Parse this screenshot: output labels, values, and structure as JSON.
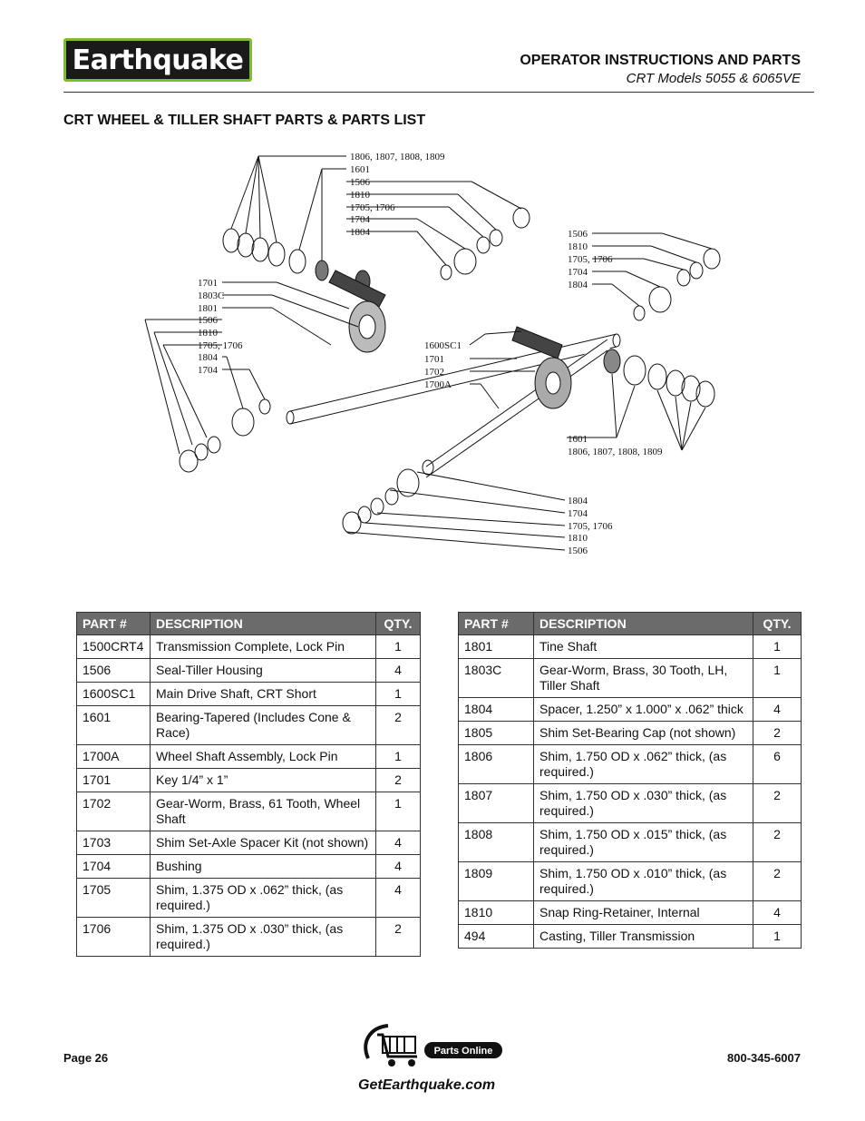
{
  "header": {
    "logo_text": "Earthquake",
    "title": "OPERATOR INSTRUCTIONS AND PARTS",
    "subtitle": "CRT Models 5055 & 6065VE"
  },
  "section_title": "CRT WHEEL & TILLER SHAFT PARTS & PARTS LIST",
  "diagram_labels": {
    "top_group": [
      "1806, 1807, 1808, 1809",
      "1601",
      "1506",
      "1810",
      "1705, 1706",
      "1704",
      "1804"
    ],
    "right_upper_group": [
      "1506",
      "1810",
      "1705, 1706",
      "1704",
      "1804"
    ],
    "left_group": [
      "1701",
      "1803C",
      "1801",
      "1506",
      "1810",
      "1705, 1706",
      "1804",
      "1704"
    ],
    "center_group": [
      "1600SC1",
      "1701",
      "1702",
      "1700A"
    ],
    "right_lower_group": [
      "1601",
      "1806, 1807, 1808, 1809"
    ],
    "bottom_group": [
      "1804",
      "1704",
      "1705, 1706",
      "1810",
      "1506"
    ]
  },
  "table_headers": {
    "part": "PART #",
    "description": "DESCRIPTION",
    "qty": "QTY."
  },
  "parts_left": [
    {
      "part": "1500CRT4",
      "description": "Transmission Complete, Lock Pin",
      "qty": "1"
    },
    {
      "part": "1506",
      "description": "Seal-Tiller Housing",
      "qty": "4"
    },
    {
      "part": "1600SC1",
      "description": "Main Drive Shaft, CRT Short",
      "qty": "1"
    },
    {
      "part": "1601",
      "description": "Bearing-Tapered (Includes Cone & Race)",
      "qty": "2"
    },
    {
      "part": "1700A",
      "description": "Wheel Shaft Assembly, Lock Pin",
      "qty": "1"
    },
    {
      "part": "1701",
      "description": "Key 1/4” x 1”",
      "qty": "2"
    },
    {
      "part": "1702",
      "description": "Gear-Worm, Brass, 61 Tooth, Wheel Shaft",
      "qty": "1"
    },
    {
      "part": "1703",
      "description": "Shim Set-Axle Spacer Kit (not shown)",
      "qty": "4"
    },
    {
      "part": "1704",
      "description": "Bushing",
      "qty": "4"
    },
    {
      "part": "1705",
      "description": "Shim, 1.375 OD x .062” thick, (as required.)",
      "qty": "4"
    },
    {
      "part": "1706",
      "description": "Shim, 1.375 OD x .030” thick, (as required.)",
      "qty": "2"
    }
  ],
  "parts_right": [
    {
      "part": "1801",
      "description": "Tine Shaft",
      "qty": "1"
    },
    {
      "part": "1803C",
      "description": "Gear-Worm, Brass, 30 Tooth, LH, Tiller Shaft",
      "qty": "1"
    },
    {
      "part": "1804",
      "description": "Spacer, 1.250” x 1.000” x .062” thick",
      "qty": "4"
    },
    {
      "part": "1805",
      "description": "Shim Set-Bearing Cap (not shown)",
      "qty": "2"
    },
    {
      "part": "1806",
      "description": "Shim, 1.750 OD x .062” thick, (as required.)",
      "qty": "6"
    },
    {
      "part": "1807",
      "description": "Shim, 1.750 OD x .030” thick, (as required.)",
      "qty": "2"
    },
    {
      "part": "1808",
      "description": "Shim, 1.750 OD x .015” thick, (as required.)",
      "qty": "2"
    },
    {
      "part": "1809",
      "description": "Shim, 1.750 OD x .010” thick, (as required.)",
      "qty": "2"
    },
    {
      "part": "1810",
      "description": "Snap Ring-Retainer, Internal",
      "qty": "4"
    },
    {
      "part": "494",
      "description": "Casting, Tiller Transmission",
      "qty": "1"
    }
  ],
  "footer": {
    "page": "Page 26",
    "phone": "800-345-6007",
    "badge": "Parts Online",
    "url": "GetEarthquake.com"
  }
}
